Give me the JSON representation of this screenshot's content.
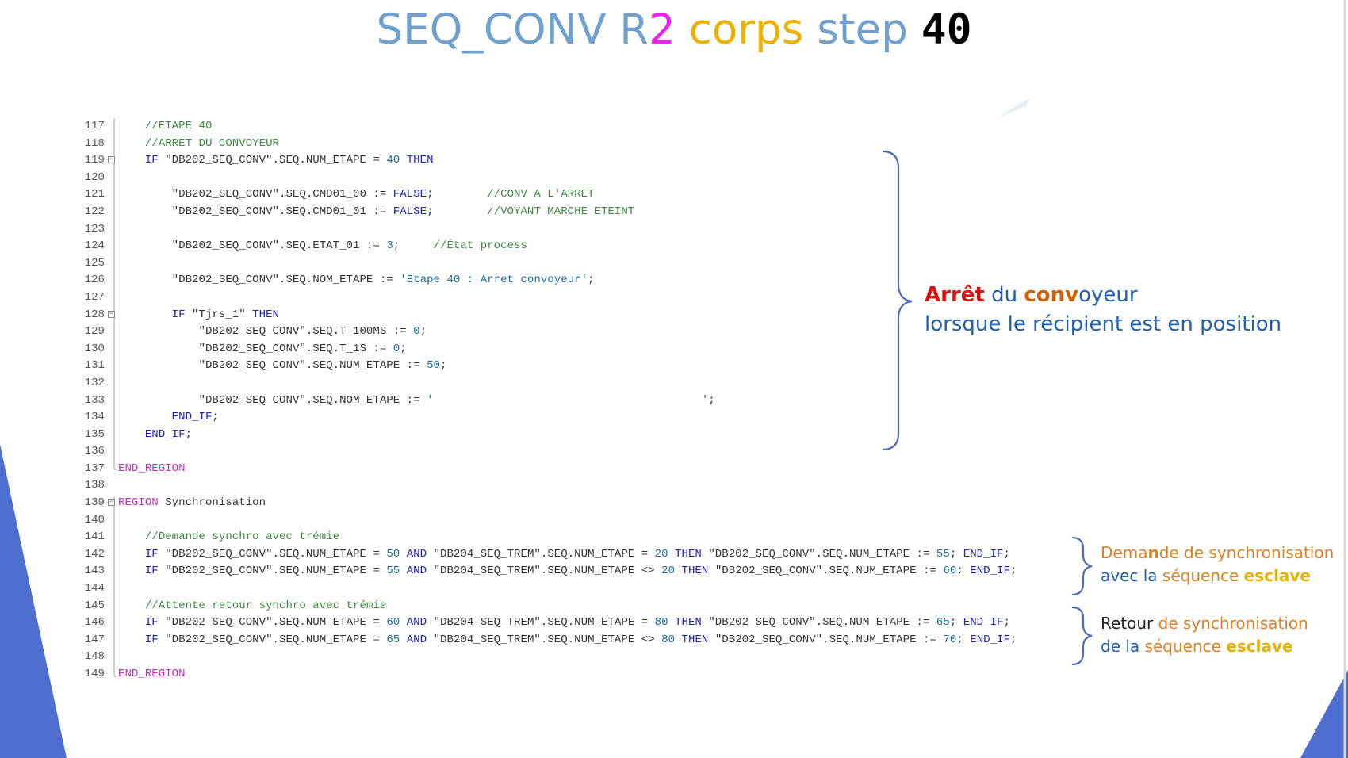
{
  "colors": {
    "kw": "#2020c0",
    "ident": "#333333",
    "str": "#1a6e9a",
    "num": "#1a6e9a",
    "cmt": "#3e8a3e",
    "region": "#c030c0",
    "op": "#333333",
    "blue_accent": "#4f6fd0"
  },
  "title": [
    {
      "text": "SEQ_CONV R",
      "color": "#6fa0d0"
    },
    {
      "text": "2",
      "color": "#ee22ee"
    },
    {
      "text": " corps ",
      "color": "#f0b000"
    },
    {
      "text": "step ",
      "color": "#6fa0d0"
    },
    {
      "text": "40",
      "color": "#000000",
      "mono": true
    }
  ],
  "code_lines": [
    {
      "n": "117",
      "toks": [
        [
          "    ",
          "op"
        ],
        [
          "//ETAPE 40",
          "cmt"
        ]
      ]
    },
    {
      "n": "118",
      "toks": [
        [
          "    ",
          "op"
        ],
        [
          "//ARRET DU CONVOYEUR",
          "cmt"
        ]
      ]
    },
    {
      "n": "119",
      "fold": true,
      "toks": [
        [
          "    ",
          "op"
        ],
        [
          "IF",
          "kw"
        ],
        [
          " \"DB202_SEQ_CONV\".SEQ.NUM_ETAPE = ",
          "ident"
        ],
        [
          "40",
          "num"
        ],
        [
          " ",
          "op"
        ],
        [
          "THEN",
          "kw"
        ]
      ]
    },
    {
      "n": "120",
      "toks": []
    },
    {
      "n": "121",
      "toks": [
        [
          "        \"DB202_SEQ_CONV\".SEQ.CMD01_00 := ",
          "ident"
        ],
        [
          "FALSE",
          "kw"
        ],
        [
          ";        ",
          "ident"
        ],
        [
          "//CONV A L'ARRET",
          "cmt"
        ]
      ]
    },
    {
      "n": "122",
      "toks": [
        [
          "        \"DB202_SEQ_CONV\".SEQ.CMD01_01 := ",
          "ident"
        ],
        [
          "FALSE",
          "kw"
        ],
        [
          ";        ",
          "ident"
        ],
        [
          "//VOYANT MARCHE ETEINT",
          "cmt"
        ]
      ]
    },
    {
      "n": "123",
      "toks": []
    },
    {
      "n": "124",
      "toks": [
        [
          "        \"DB202_SEQ_CONV\".SEQ.ETAT_01 := ",
          "ident"
        ],
        [
          "3",
          "num"
        ],
        [
          ";     ",
          "ident"
        ],
        [
          "//État process",
          "cmt"
        ]
      ]
    },
    {
      "n": "125",
      "toks": []
    },
    {
      "n": "126",
      "toks": [
        [
          "        \"DB202_SEQ_CONV\".SEQ.NOM_ETAPE := ",
          "ident"
        ],
        [
          "'Etape 40 : Arret convoyeur'",
          "str"
        ],
        [
          ";",
          "ident"
        ]
      ]
    },
    {
      "n": "127",
      "toks": []
    },
    {
      "n": "128",
      "fold": true,
      "toks": [
        [
          "        ",
          "op"
        ],
        [
          "IF",
          "kw"
        ],
        [
          " \"Tjrs_1\" ",
          "ident"
        ],
        [
          "THEN",
          "kw"
        ]
      ]
    },
    {
      "n": "129",
      "toks": [
        [
          "            \"DB202_SEQ_CONV\".SEQ.T_100MS := ",
          "ident"
        ],
        [
          "0",
          "num"
        ],
        [
          ";",
          "ident"
        ]
      ]
    },
    {
      "n": "130",
      "toks": [
        [
          "            \"DB202_SEQ_CONV\".SEQ.T_1S := ",
          "ident"
        ],
        [
          "0",
          "num"
        ],
        [
          ";",
          "ident"
        ]
      ]
    },
    {
      "n": "131",
      "toks": [
        [
          "            \"DB202_SEQ_CONV\".SEQ.NUM_ETAPE := ",
          "ident"
        ],
        [
          "50",
          "num"
        ],
        [
          ";",
          "ident"
        ]
      ]
    },
    {
      "n": "132",
      "toks": []
    },
    {
      "n": "133",
      "toks": [
        [
          "            \"DB202_SEQ_CONV\".SEQ.NOM_ETAPE := ",
          "ident"
        ],
        [
          "'                                        '",
          "str"
        ],
        [
          ";",
          "ident"
        ]
      ]
    },
    {
      "n": "134",
      "toks": [
        [
          "        ",
          "op"
        ],
        [
          "END_IF",
          "kw"
        ],
        [
          ";",
          "ident"
        ]
      ]
    },
    {
      "n": "135",
      "toks": [
        [
          "    ",
          "op"
        ],
        [
          "END_IF",
          "kw"
        ],
        [
          ";",
          "ident"
        ]
      ]
    },
    {
      "n": "136",
      "toks": []
    },
    {
      "n": "137",
      "toks": [
        [
          "END_REGION",
          "region"
        ]
      ]
    },
    {
      "n": "138",
      "toks": []
    },
    {
      "n": "139",
      "fold": true,
      "toks": [
        [
          "REGION",
          "region"
        ],
        [
          " Synchronisation",
          "ident"
        ]
      ]
    },
    {
      "n": "140",
      "toks": []
    },
    {
      "n": "141",
      "toks": [
        [
          "    ",
          "op"
        ],
        [
          "//Demande synchro avec trémie",
          "cmt"
        ]
      ]
    },
    {
      "n": "142",
      "toks": [
        [
          "    ",
          "op"
        ],
        [
          "IF",
          "kw"
        ],
        [
          " \"DB202_SEQ_CONV\".SEQ.NUM_ETAPE = ",
          "ident"
        ],
        [
          "50",
          "num"
        ],
        [
          " ",
          "op"
        ],
        [
          "AND",
          "kw"
        ],
        [
          " \"DB204_SEQ_TREM\".SEQ.NUM_ETAPE = ",
          "ident"
        ],
        [
          "20",
          "num"
        ],
        [
          " ",
          "op"
        ],
        [
          "THEN",
          "kw"
        ],
        [
          " \"DB202_SEQ_CONV\".SEQ.NUM_ETAPE := ",
          "ident"
        ],
        [
          "55",
          "num"
        ],
        [
          "; ",
          "ident"
        ],
        [
          "END_IF",
          "kw"
        ],
        [
          ";",
          "ident"
        ]
      ]
    },
    {
      "n": "143",
      "toks": [
        [
          "    ",
          "op"
        ],
        [
          "IF",
          "kw"
        ],
        [
          " \"DB202_SEQ_CONV\".SEQ.NUM_ETAPE = ",
          "ident"
        ],
        [
          "55",
          "num"
        ],
        [
          " ",
          "op"
        ],
        [
          "AND",
          "kw"
        ],
        [
          " \"DB204_SEQ_TREM\".SEQ.NUM_ETAPE <> ",
          "ident"
        ],
        [
          "20",
          "num"
        ],
        [
          " ",
          "op"
        ],
        [
          "THEN",
          "kw"
        ],
        [
          " \"DB202_SEQ_CONV\".SEQ.NUM_ETAPE := ",
          "ident"
        ],
        [
          "60",
          "num"
        ],
        [
          "; ",
          "ident"
        ],
        [
          "END_IF",
          "kw"
        ],
        [
          ";",
          "ident"
        ]
      ]
    },
    {
      "n": "144",
      "toks": []
    },
    {
      "n": "145",
      "toks": [
        [
          "    ",
          "op"
        ],
        [
          "//Attente retour synchro avec trémie",
          "cmt"
        ]
      ]
    },
    {
      "n": "146",
      "toks": [
        [
          "    ",
          "op"
        ],
        [
          "IF",
          "kw"
        ],
        [
          " \"DB202_SEQ_CONV\".SEQ.NUM_ETAPE = ",
          "ident"
        ],
        [
          "60",
          "num"
        ],
        [
          " ",
          "op"
        ],
        [
          "AND",
          "kw"
        ],
        [
          " \"DB204_SEQ_TREM\".SEQ.NUM_ETAPE = ",
          "ident"
        ],
        [
          "80",
          "num"
        ],
        [
          " ",
          "op"
        ],
        [
          "THEN",
          "kw"
        ],
        [
          " \"DB202_SEQ_CONV\".SEQ.NUM_ETAPE := ",
          "ident"
        ],
        [
          "65",
          "num"
        ],
        [
          "; ",
          "ident"
        ],
        [
          "END_IF",
          "kw"
        ],
        [
          ";",
          "ident"
        ]
      ]
    },
    {
      "n": "147",
      "toks": [
        [
          "    ",
          "op"
        ],
        [
          "IF",
          "kw"
        ],
        [
          " \"DB202_SEQ_CONV\".SEQ.NUM_ETAPE = ",
          "ident"
        ],
        [
          "65",
          "num"
        ],
        [
          " ",
          "op"
        ],
        [
          "AND",
          "kw"
        ],
        [
          " \"DB204_SEQ_TREM\".SEQ.NUM_ETAPE <> ",
          "ident"
        ],
        [
          "80",
          "num"
        ],
        [
          " ",
          "op"
        ],
        [
          "THEN",
          "kw"
        ],
        [
          " \"DB202_SEQ_CONV\".SEQ.NUM_ETAPE := ",
          "ident"
        ],
        [
          "70",
          "num"
        ],
        [
          "; ",
          "ident"
        ],
        [
          "END_IF",
          "kw"
        ],
        [
          ";",
          "ident"
        ]
      ]
    },
    {
      "n": "148",
      "toks": []
    },
    {
      "n": "149",
      "toks": [
        [
          "END_REGION",
          "region"
        ]
      ]
    }
  ],
  "annotations": {
    "arret": {
      "line1": [
        {
          "text": "Arrêt",
          "color": "#e01010",
          "bold": true
        },
        {
          "text": " du ",
          "color": "#2060b0"
        },
        {
          "text": "conv",
          "color": "#d06000",
          "bold": true
        },
        {
          "text": "oyeur",
          "color": "#2060b0"
        }
      ],
      "line2": [
        {
          "text": "lorsque le récipient est en position",
          "color": "#2060b0"
        }
      ]
    },
    "demande": {
      "line1": [
        {
          "text": "Dema",
          "color": "#e08020"
        },
        {
          "text": "n",
          "color": "#e08020",
          "bold": true
        },
        {
          "text": "de de synchronisation",
          "color": "#e08020"
        }
      ],
      "line2": [
        {
          "text": "avec la ",
          "color": "#2060b0"
        },
        {
          "text": "séquence ",
          "color": "#e08020"
        },
        {
          "text": "esclave",
          "color": "#e8b000",
          "bold": true
        }
      ]
    },
    "retour": {
      "line1": [
        {
          "text": "Retour ",
          "color": "#222222"
        },
        {
          "text": "de synchronisation",
          "color": "#e08020"
        }
      ],
      "line2": [
        {
          "text": "de la ",
          "color": "#2060b0"
        },
        {
          "text": "séquence ",
          "color": "#e08020"
        },
        {
          "text": "esclave",
          "color": "#e8b000",
          "bold": true
        }
      ]
    }
  }
}
